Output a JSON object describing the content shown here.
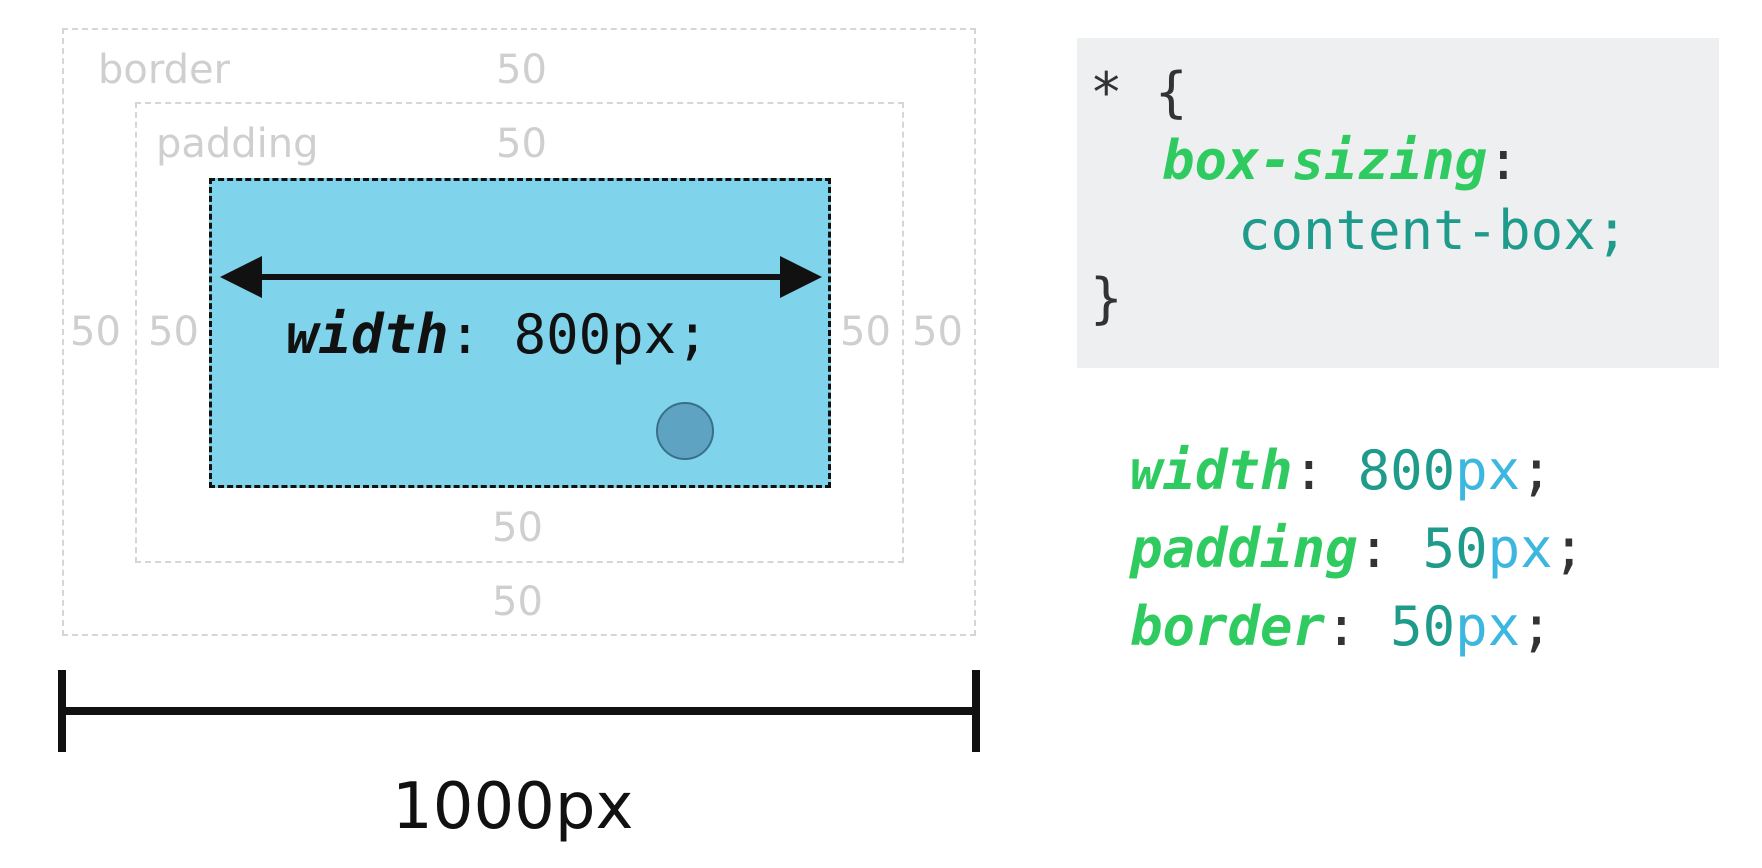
{
  "diagram": {
    "border_label": "border",
    "padding_label": "padding",
    "border_top": "50",
    "padding_top": "50",
    "border_left": "50",
    "padding_left": "50",
    "padding_right": "50",
    "border_right": "50",
    "padding_bottom": "50",
    "border_bottom": "50",
    "content_prop": "width",
    "content_colon": ":",
    "content_value": "800px;",
    "total_width_label": "1000px",
    "colors": {
      "content_fill": "#7fd3ea",
      "dashed_guides": "#d6d6d6",
      "cursor": "#5ea3c1"
    }
  },
  "code": {
    "line1": "* {",
    "prop": "box-sizing",
    "colon": ":",
    "value": "content-box;",
    "close": "}",
    "colors": {
      "background": "#eeeff1",
      "property": "#2fcb60",
      "value": "#1f9b8c",
      "unit": "#3cb7df"
    }
  },
  "declarations": [
    {
      "prop": "width",
      "colon": ":",
      "number": "800",
      "unit": "px",
      "semi": ";"
    },
    {
      "prop": "padding",
      "colon": ":",
      "number": "50",
      "unit": "px",
      "semi": ";"
    },
    {
      "prop": "border",
      "colon": ":",
      "number": "50",
      "unit": "px",
      "semi": ";"
    }
  ]
}
